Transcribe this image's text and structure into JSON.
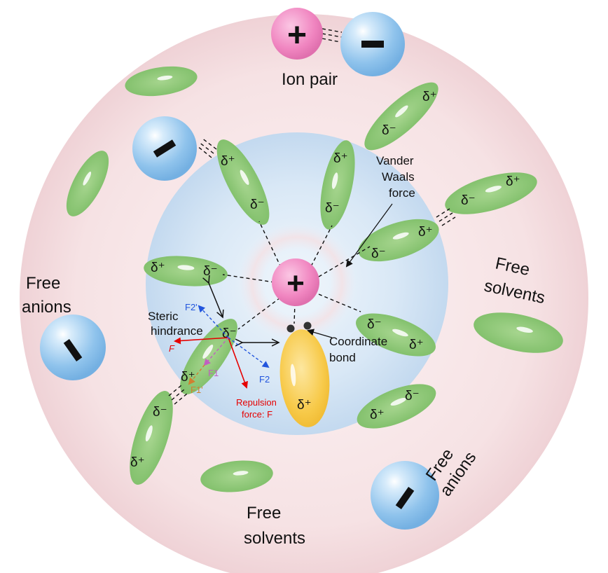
{
  "labels": {
    "ion_pair": "Ion pair",
    "free_anions_left_1": "Free",
    "free_anions_left_2": "anions",
    "free_solvents_right_1": "Free",
    "free_solvents_right_2": "solvents",
    "free_solvents_bottom_1": "Free",
    "free_solvents_bottom_2": "solvents",
    "free_anions_bottom_1": "Free",
    "free_anions_bottom_2": "anions",
    "vdw_1": "Vander",
    "vdw_2": "Waals",
    "vdw_3": "force",
    "coordinate_1": "Coordinate",
    "coordinate_2": "bond",
    "steric_1": "Steric",
    "steric_2": "hindrance",
    "repulsion_1": "Repulsion",
    "repulsion_2": "force: F"
  },
  "charges": {
    "delta_plus": "δ⁺",
    "delta_minus": "δ⁻",
    "cation": "+",
    "anion": "−"
  },
  "forces": {
    "F": "F",
    "F1": "F1",
    "F1p": "F1'",
    "F2": "F2",
    "F2p": "F2'"
  },
  "colors": {
    "outer_shell": "#f6e2e4",
    "inner_shell": "#cfe2f3",
    "solvent": "#8fc97a",
    "cation": "#f28ac3",
    "anion": "#8fc3ec",
    "coordinated_solvent": "#f7c948",
    "repulsion": "#e60000",
    "f1": "#c060c0",
    "f1p": "#d08030",
    "f2": "#2255dd"
  }
}
